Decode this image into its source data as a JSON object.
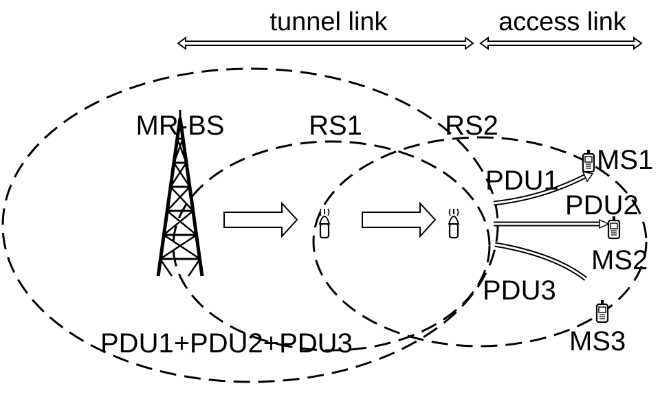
{
  "header": {
    "tunnel_link_label": "tunnel link",
    "access_link_label": "access link"
  },
  "nodes": {
    "base_station": "MR-BS",
    "relay_1": "RS1",
    "relay_2": "RS2",
    "mobile_1": "MS1",
    "mobile_2": "MS2",
    "mobile_3": "MS3"
  },
  "pdus": {
    "pdu1": "PDU1",
    "pdu2": "PDU2",
    "pdu3": "PDU3",
    "aggregate": "PDU1+PDU2+PDU3"
  },
  "icons": {
    "tower": "cell-tower-icon",
    "relay": "relay-antenna-icon",
    "phone": "mobile-phone-icon"
  },
  "colors": {
    "stroke": "#000000",
    "background": "#ffffff"
  }
}
